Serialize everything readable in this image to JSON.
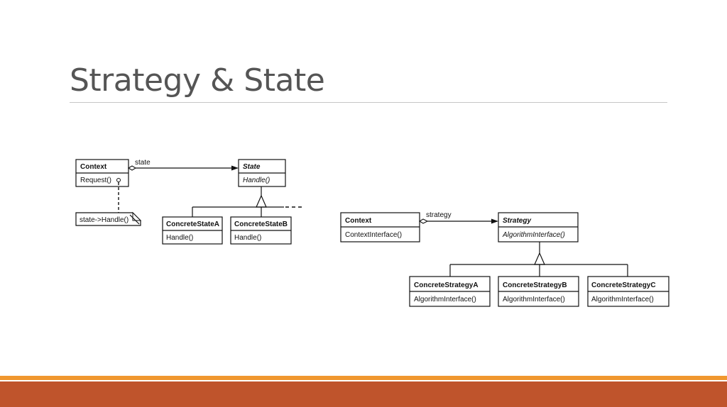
{
  "slide": {
    "title": "Strategy & State"
  },
  "state_diagram": {
    "context": {
      "name": "Context",
      "operation": "Request()"
    },
    "association_label": "state",
    "note": "state->Handle()",
    "state": {
      "name": "State",
      "operation": "Handle()"
    },
    "concrete_a": {
      "name": "ConcreteStateA",
      "operation": "Handle()"
    },
    "concrete_b": {
      "name": "ConcreteStateB",
      "operation": "Handle()"
    }
  },
  "strategy_diagram": {
    "context": {
      "name": "Context",
      "operation": "ContextInterface()"
    },
    "association_label": "strategy",
    "strategy": {
      "name": "Strategy",
      "operation": "AlgorithmInterface()"
    },
    "concrete_a": {
      "name": "ConcreteStrategyA",
      "operation": "AlgorithmInterface()"
    },
    "concrete_b": {
      "name": "ConcreteStrategyB",
      "operation": "AlgorithmInterface()"
    },
    "concrete_c": {
      "name": "ConcreteStrategyC",
      "operation": "AlgorithmInterface()"
    }
  },
  "colors": {
    "title_text": "#555555",
    "footer_orange": "#f0972f",
    "footer_rust": "#bf542c"
  }
}
